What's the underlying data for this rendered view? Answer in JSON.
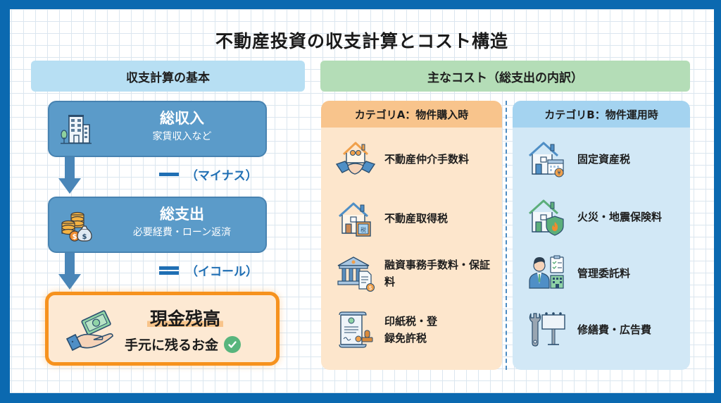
{
  "title": "不動産投資の収支計算とコスト構造",
  "left_section": {
    "header": "収支計算の基本",
    "income": {
      "main": "総収入",
      "sub": "家賃収入など",
      "icon": "building-icon"
    },
    "minus_label": "（マイナス）",
    "expense": {
      "main": "総支出",
      "sub": "必要経費・ローン返済",
      "icon": "coins-moneybag-icon"
    },
    "equal_label": "（イコール）",
    "result": {
      "main": "現金残高",
      "sub": "手元に残るお金",
      "icon": "hand-cash-icon",
      "check_icon": "check-circle-icon"
    }
  },
  "right_section": {
    "header": "主なコスト（総支出の内訳）",
    "category_a": {
      "title": "カテゴリA：物件購入時",
      "items": [
        {
          "label": "不動産仲介手数料",
          "icon": "handshake-house-icon"
        },
        {
          "label": "不動産取得税",
          "icon": "house-tax-stamp-icon"
        },
        {
          "label": "融資事務手数料・保証料",
          "icon": "bank-document-icon"
        },
        {
          "label": "印紙税・登録免許税",
          "icon": "certificate-stamp-icon"
        }
      ]
    },
    "category_b": {
      "title": "カテゴリB：物件運用時",
      "items": [
        {
          "label": "固定資産税",
          "icon": "house-calendar-yen-icon"
        },
        {
          "label": "火災・地震保険料",
          "icon": "house-fire-shield-icon"
        },
        {
          "label": "管理委託料",
          "icon": "manager-clipboard-icon"
        },
        {
          "label": "修繕費・広告費",
          "icon": "wrench-billboard-icon"
        }
      ]
    }
  },
  "colors": {
    "frame": "#0b69b0",
    "flow_box": "#5b9bc9",
    "result_border": "#f6921e",
    "result_bg": "#fde9d3",
    "cat_a_bg": "#fde6cc",
    "cat_a_head": "#f8c48c",
    "cat_b_bg": "#d2e8f6",
    "cat_b_head": "#a4d3f0",
    "left_header": "#b7dff3",
    "right_header": "#b4ddb7"
  }
}
